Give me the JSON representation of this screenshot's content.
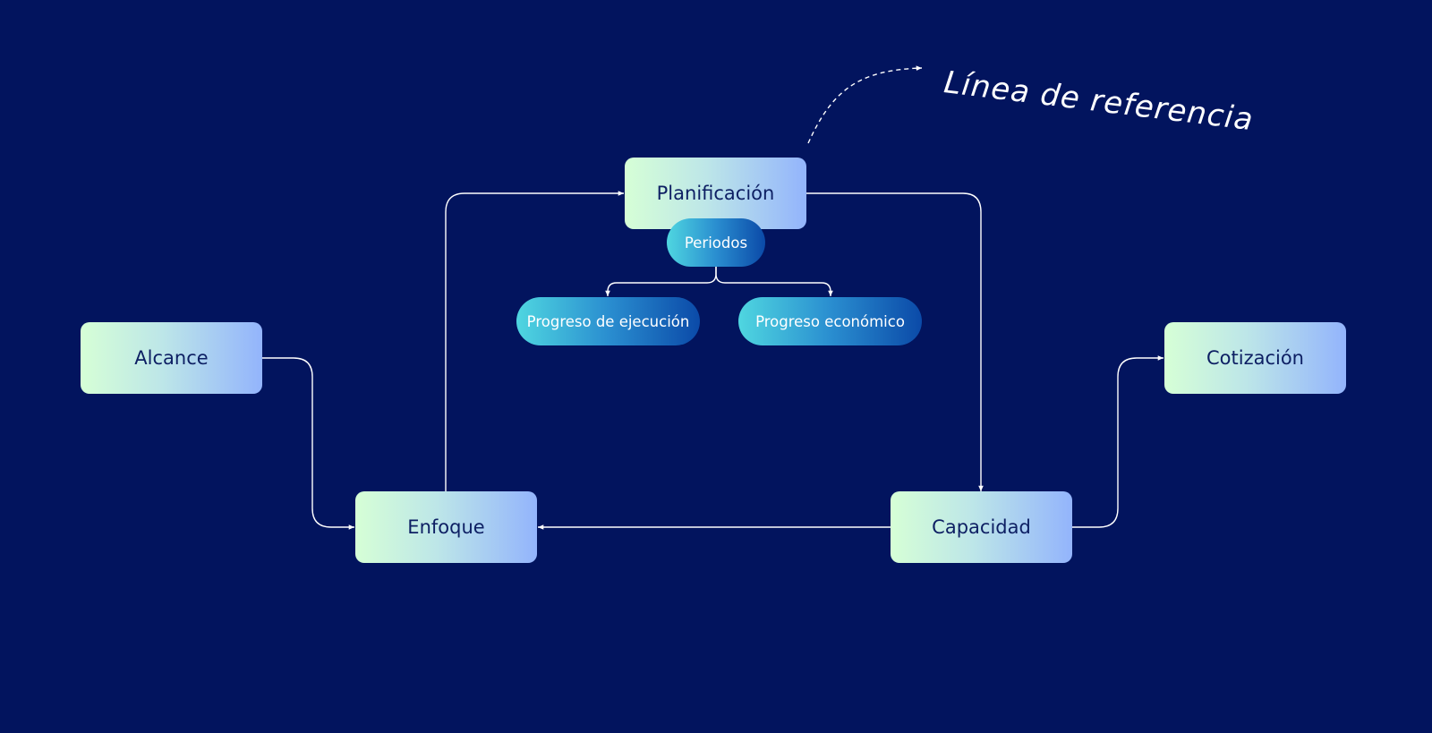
{
  "diagram": {
    "nodes": {
      "planificacion": "Planificación",
      "alcance": "Alcance",
      "enfoque": "Enfoque",
      "capacidad": "Capacidad",
      "cotizacion": "Cotización"
    },
    "subnodes": {
      "periodos": "Periodos",
      "progreso_ejecucion": "Progreso de ejecución",
      "progreso_economico": "Progreso económico"
    },
    "annotation": "Línea de referencia"
  },
  "colors": {
    "background": "#02145e",
    "connector": "#ffffff",
    "node_text": "#0d1f63"
  }
}
